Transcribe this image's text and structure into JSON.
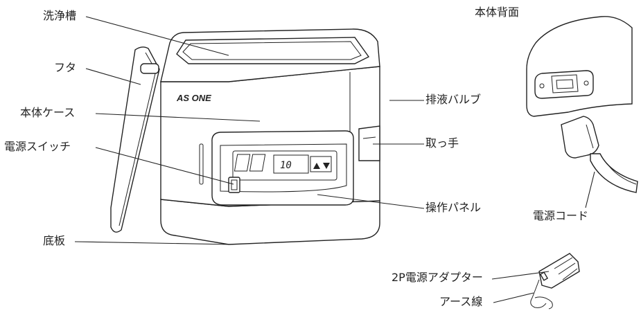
{
  "labels": {
    "tank": "洗浄槽",
    "lid": "フタ",
    "body_case": "本体ケース",
    "power_switch": "電源スイッチ",
    "base_plate": "底板",
    "back_view": "本体背面",
    "drain_valve": "排液バルブ",
    "handle": "取っ手",
    "control_panel": "操作パネル",
    "power_cord": "電源コード",
    "adapter_2p": "2P電源アダプター",
    "ground_wire": "アース線"
  },
  "device": {
    "brand": "AS ONE",
    "display_value": "10"
  }
}
